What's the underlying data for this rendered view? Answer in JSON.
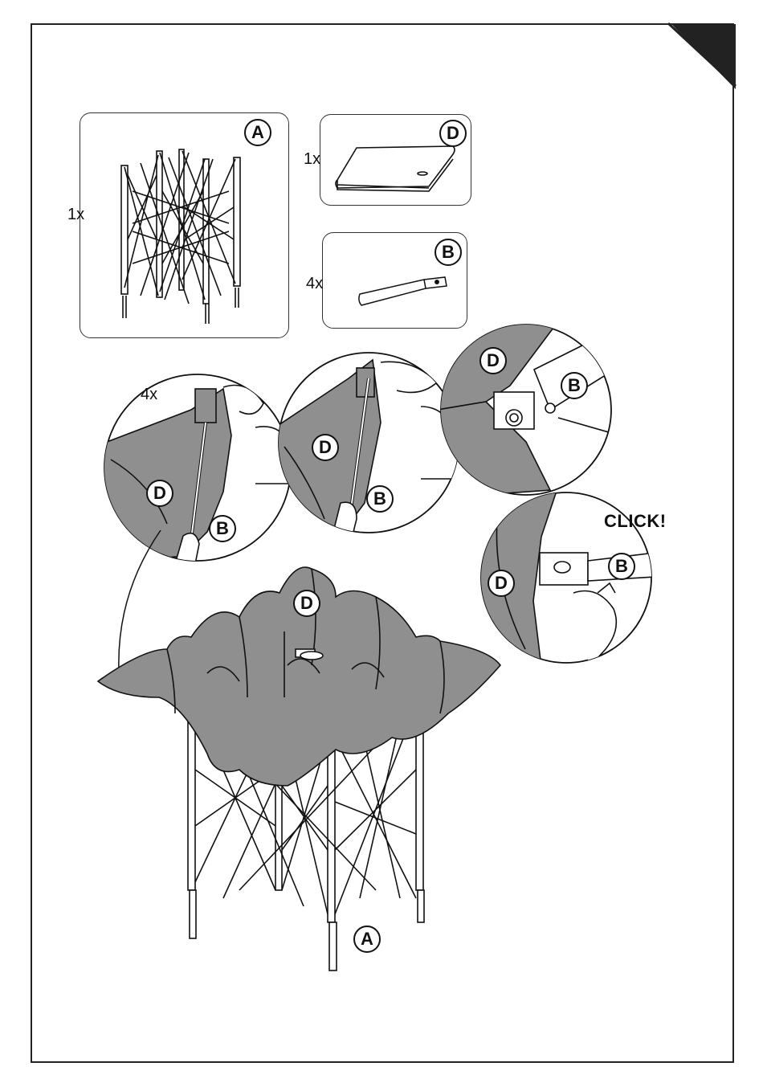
{
  "parts": {
    "frame": {
      "letter": "A",
      "qty": "1x"
    },
    "canopy": {
      "letter": "D",
      "qty": "1x"
    },
    "rod": {
      "letter": "B",
      "qty": "4x"
    }
  },
  "steps": {
    "detail1": {
      "qty": "4x",
      "canopy_letter": "D",
      "rod_letter": "B"
    },
    "detail2": {
      "canopy_letter": "D",
      "rod_letter": "B"
    },
    "detail3": {
      "canopy_letter": "D",
      "rod_letter": "B"
    },
    "detail4": {
      "canopy_letter": "D",
      "rod_letter": "B",
      "click_text": "CLICK!"
    },
    "main": {
      "canopy_letter": "D",
      "frame_letter": "A"
    }
  },
  "colors": {
    "canopy_fill": "#8f8f8f",
    "line": "#111111",
    "frame_fill": "#ffffff"
  }
}
